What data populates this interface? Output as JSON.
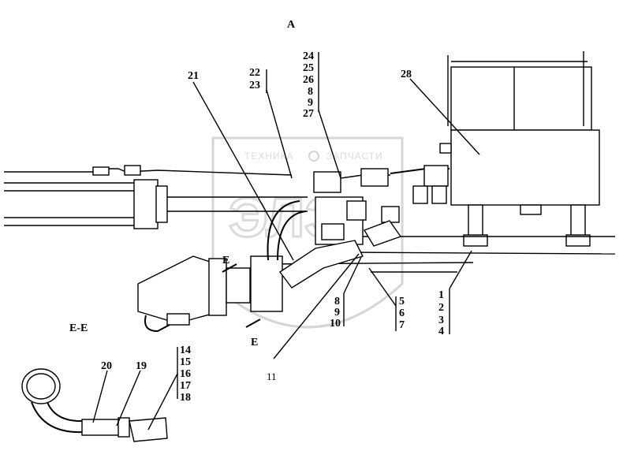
{
  "title": "A",
  "view_label": "E-E",
  "section_mark_top": "E",
  "section_mark_bottom": "E",
  "watermark": {
    "text_left": "ТЕХНИКА",
    "text_right": "ЗАПЧАСТИ",
    "logo_letters": "ЭЛЗ"
  },
  "callouts": {
    "c21": "21",
    "c22": "22",
    "c23": "23",
    "c24": "24",
    "c25": "25",
    "c26": "26",
    "c8a": "8",
    "c9a": "9",
    "c27": "27",
    "c28": "28",
    "c1": "1",
    "c2": "2",
    "c3": "3",
    "c4": "4",
    "c5": "5",
    "c6": "6",
    "c7": "7",
    "c8b": "8",
    "c9b": "9",
    "c10": "10",
    "c11": "11",
    "c14": "14",
    "c15": "15",
    "c16": "16",
    "c17": "17",
    "c18": "18",
    "c19": "19",
    "c20": "20"
  }
}
